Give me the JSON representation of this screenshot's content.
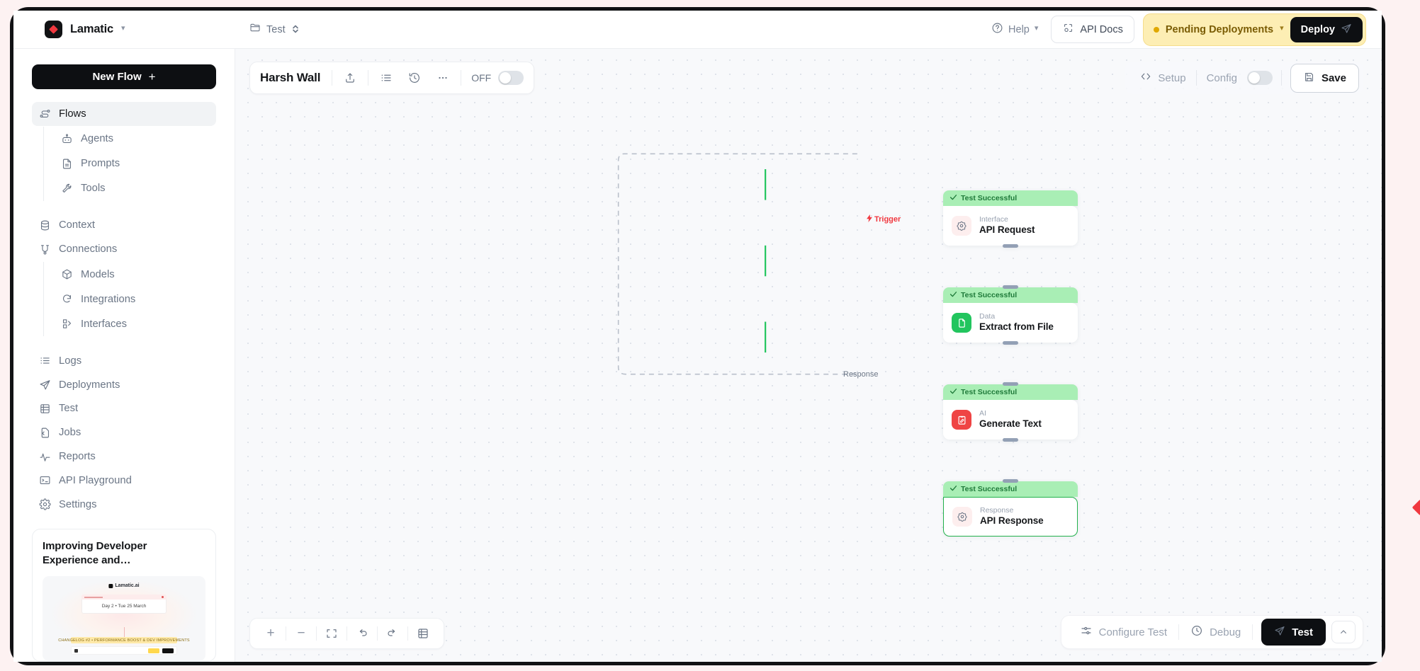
{
  "app": {
    "brand": "Lamatic",
    "brand_chevron": "⌄"
  },
  "header": {
    "breadcrumb": "Test",
    "help_label": "Help",
    "api_docs_label": "API Docs",
    "pending_label": "Pending Deployments",
    "deploy_label": "Deploy",
    "accent_pending_bg": "#fdeeb4",
    "accent_pending_text": "#7a5c04"
  },
  "sidebar": {
    "new_flow_label": "New Flow",
    "items": [
      {
        "label": "Flows",
        "icon": "flows-icon",
        "active": true
      },
      {
        "label": "Agents",
        "icon": "robot-icon",
        "sub": true
      },
      {
        "label": "Prompts",
        "icon": "document-icon",
        "sub": true
      },
      {
        "label": "Tools",
        "icon": "wrench-icon",
        "sub": true
      },
      {
        "label": "Context",
        "icon": "database-icon"
      },
      {
        "label": "Connections",
        "icon": "connections-icon"
      },
      {
        "label": "Models",
        "icon": "cube-icon",
        "sub": true
      },
      {
        "label": "Integrations",
        "icon": "refresh-icon",
        "sub": true
      },
      {
        "label": "Interfaces",
        "icon": "interfaces-icon",
        "sub": true
      },
      {
        "label": "Logs",
        "icon": "logs-icon"
      },
      {
        "label": "Deployments",
        "icon": "send-icon"
      },
      {
        "label": "Test",
        "icon": "table-icon"
      },
      {
        "label": "Jobs",
        "icon": "jobs-icon"
      },
      {
        "label": "Reports",
        "icon": "pulse-icon"
      },
      {
        "label": "API Playground",
        "icon": "terminal-icon"
      },
      {
        "label": "Settings",
        "icon": "gear-icon"
      }
    ],
    "promo": {
      "title": "Improving Developer Experience and…",
      "thumb_logo": "Lamatic.ai",
      "thumb_card_text": "Day 2 • Tue 25 March",
      "thumb_banner": "CHANGELOG #2 • PERFORMANCE BOOST & DEV IMPROVEMENTS"
    }
  },
  "flow_toolbar": {
    "flow_name": "Harsh Wall",
    "share_icon": "upload-icon",
    "list_icon": "list-icon",
    "history_icon": "history-icon",
    "more_icon": "more-icon",
    "toggle_label": "OFF",
    "toggle_on": false
  },
  "canvas_controls": {
    "setup_label": "Setup",
    "config_label": "Config",
    "config_on": false,
    "save_label": "Save"
  },
  "graph": {
    "trigger_label": "Trigger",
    "response_label": "Response",
    "status_text": "Test Successful",
    "nodes": [
      {
        "kind": "Interface",
        "title": "API Request",
        "status": "Test Successful",
        "icon": "api-flower-icon",
        "icon_style": "ni-red",
        "selected": false
      },
      {
        "kind": "Data",
        "title": "Extract from File",
        "status": "Test Successful",
        "icon": "file-icon",
        "icon_style": "ni-green",
        "selected": false
      },
      {
        "kind": "AI",
        "title": "Generate Text",
        "status": "Test Successful",
        "icon": "generate-icon",
        "icon_style": "ni-redsolid",
        "selected": false
      },
      {
        "kind": "Response",
        "title": "API Response",
        "status": "Test Successful",
        "icon": "api-flower-icon",
        "icon_style": "ni-red",
        "selected": true
      }
    ]
  },
  "zoom_toolbar": {
    "zoom_in": "+",
    "zoom_out": "−",
    "fit_icon": "fit-view-icon",
    "undo_icon": "undo-icon",
    "redo_icon": "redo-icon",
    "panel_icon": "panel-icon"
  },
  "test_toolbar": {
    "configure_label": "Configure Test",
    "debug_label": "Debug",
    "test_label": "Test",
    "expand_icon": "chevron-up-icon"
  }
}
